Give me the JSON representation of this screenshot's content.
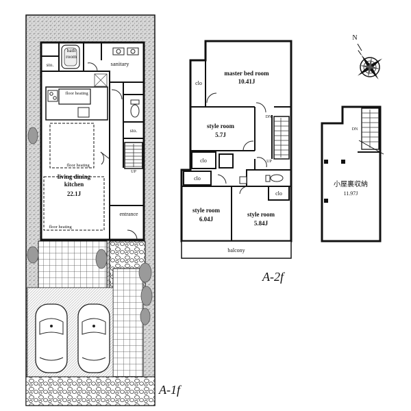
{
  "floors": {
    "first": {
      "label": "A-1f",
      "rooms": {
        "bath": [
          "bath",
          "room"
        ],
        "sto_top": "sto.",
        "sanitary": "sanitary",
        "floor_heating_kitchen": "floor heating",
        "sto_mid": "sto.",
        "floor_heating_mid": "floor heating",
        "ldk": [
          "living dining",
          "kitchen",
          "22.1J"
        ],
        "up": "UP",
        "entrance": "entrance",
        "floor_heating_low": "floor heating"
      }
    },
    "second": {
      "label": "A-2f",
      "rooms": {
        "master": [
          "master bed room",
          "10.41J"
        ],
        "clo_master": "clo",
        "style1": [
          "style room",
          "5.7J"
        ],
        "dn": "DN",
        "clo_a": "clo",
        "up": "UP",
        "clo_b": "clo",
        "clo_c": "clo",
        "style2": [
          "style room",
          "6.04J"
        ],
        "style3": [
          "style room",
          "5.84J"
        ],
        "balcony": "balcony"
      }
    },
    "loft": {
      "rooms": {
        "dn": "DN",
        "attic": [
          "小屋裏収納",
          "11.97J"
        ]
      }
    }
  },
  "compass": {
    "north_label": "N"
  }
}
